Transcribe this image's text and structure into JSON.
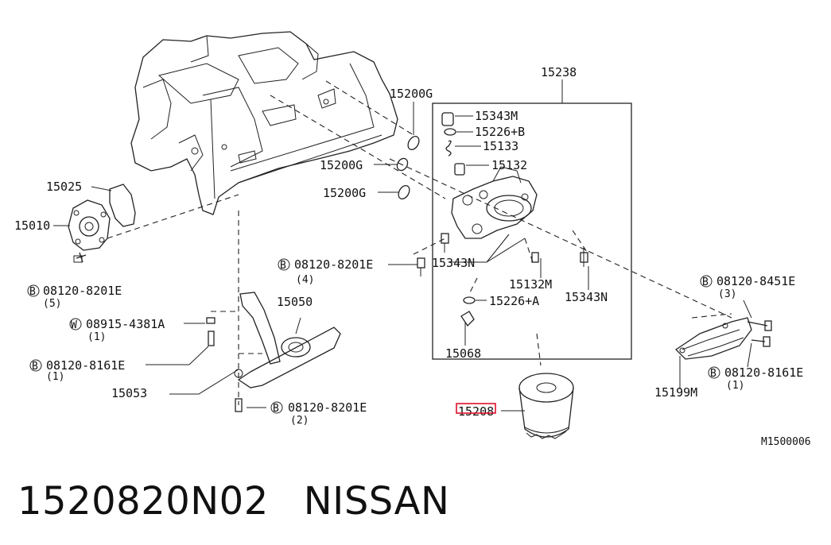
{
  "diagram": {
    "drawing_code": "M1500006",
    "box_part": "15238",
    "labels": {
      "p15200G_a": "15200G",
      "p15200G_b": "15200G",
      "p15200G_c": "15200G",
      "p15343M": "15343M",
      "p15226B": "15226+B",
      "p15133": "15133",
      "p15132": "15132",
      "p15343N_a": "15343N",
      "p15343N_b": "15343N",
      "p15132M": "15132M",
      "p15226A": "15226+A",
      "p15068": "15068",
      "p15208": "15208",
      "p15025": "15025",
      "p15010": "15010",
      "p15050": "15050",
      "p15053": "15053",
      "p15199M": "15199M",
      "bolt_8201_a": "08120-8201E",
      "bolt_8201_a_qty": "(5)",
      "bolt_8201_b": "08120-8201E",
      "bolt_8201_b_qty": "(4)",
      "bolt_8201_c": "08120-8201E",
      "bolt_8201_c_qty": "(2)",
      "washer_4381": "08915-4381A",
      "washer_4381_qty": "(1)",
      "bolt_8161_a": "08120-8161E",
      "bolt_8161_a_qty": "(1)",
      "bolt_8451": "08120-8451E",
      "bolt_8451_qty": "(3)",
      "bolt_8161_b": "08120-8161E",
      "bolt_8161_b_qty": "(1)",
      "mark_b": "B",
      "mark_w": "W"
    }
  },
  "footer": {
    "part_number": "1520820N02",
    "brand": "NISSAN"
  }
}
